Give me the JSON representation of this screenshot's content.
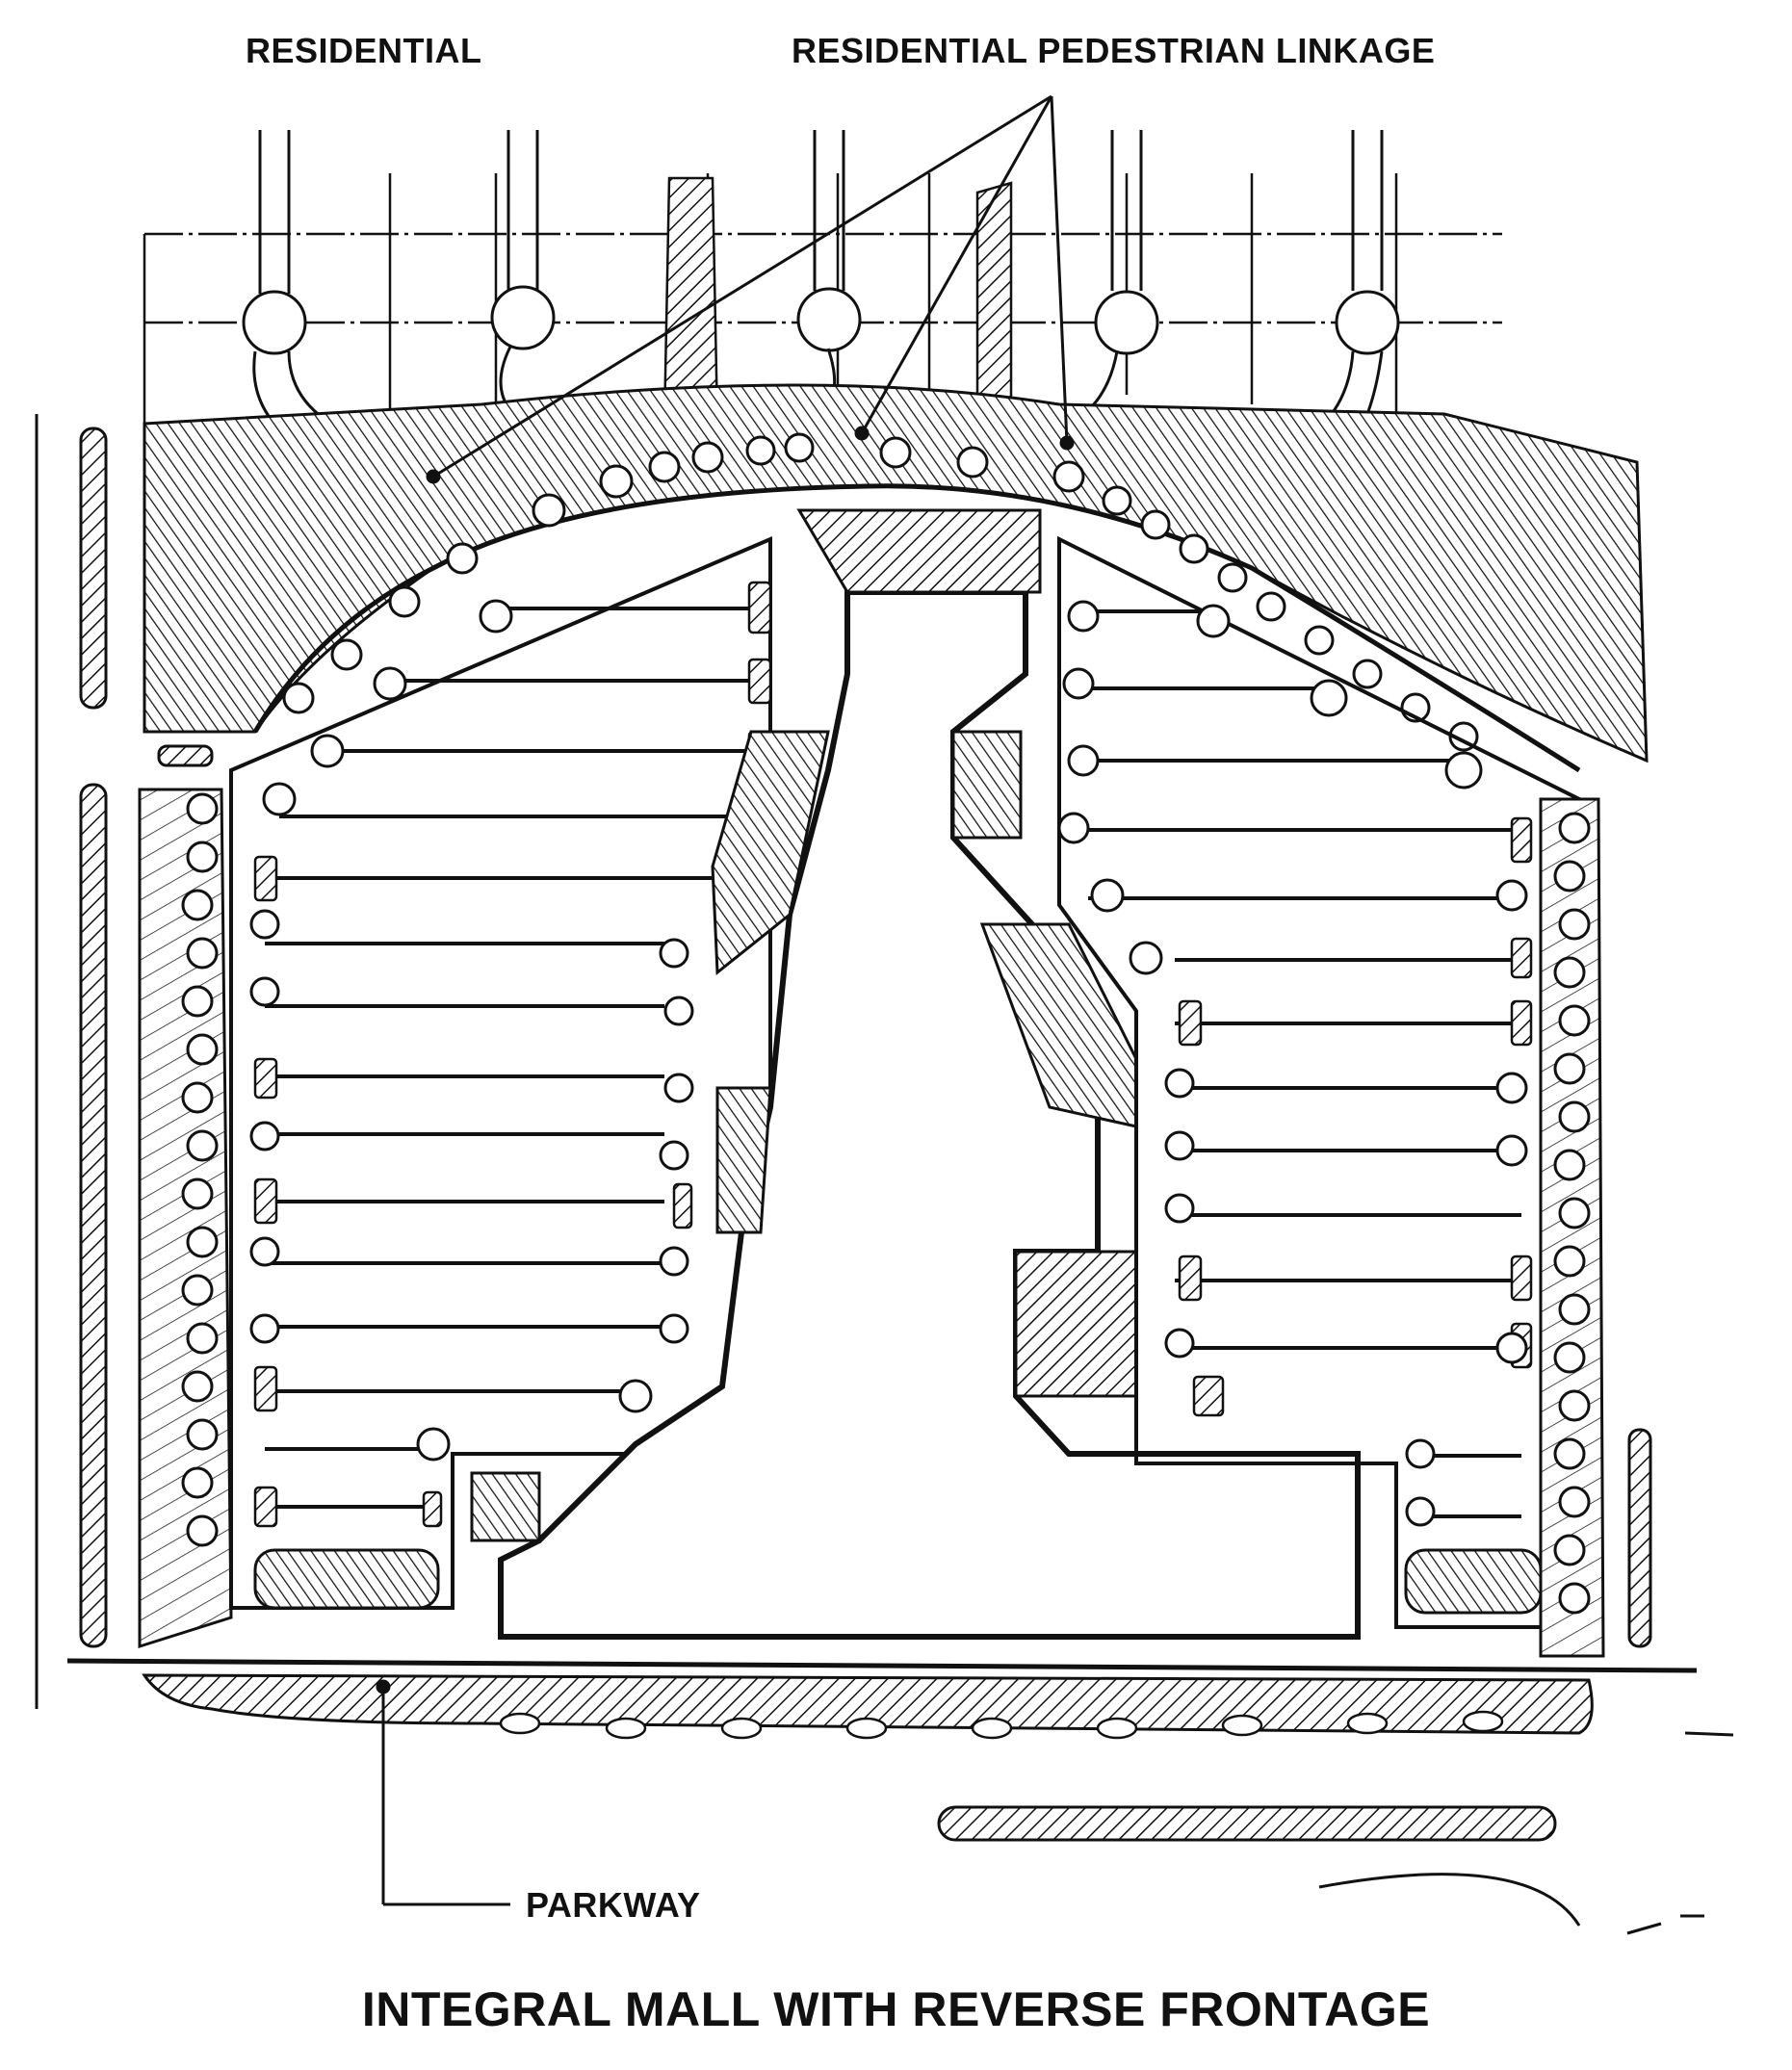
{
  "labels": {
    "residential": "RESIDENTIAL",
    "pedestrian_linkage": "RESIDENTIAL PEDESTRIAN LINKAGE",
    "parkway": "PARKWAY",
    "title": "INTEGRAL MALL WITH REVERSE FRONTAGE"
  },
  "colors": {
    "ink": "#111111",
    "paper": "#ffffff"
  }
}
